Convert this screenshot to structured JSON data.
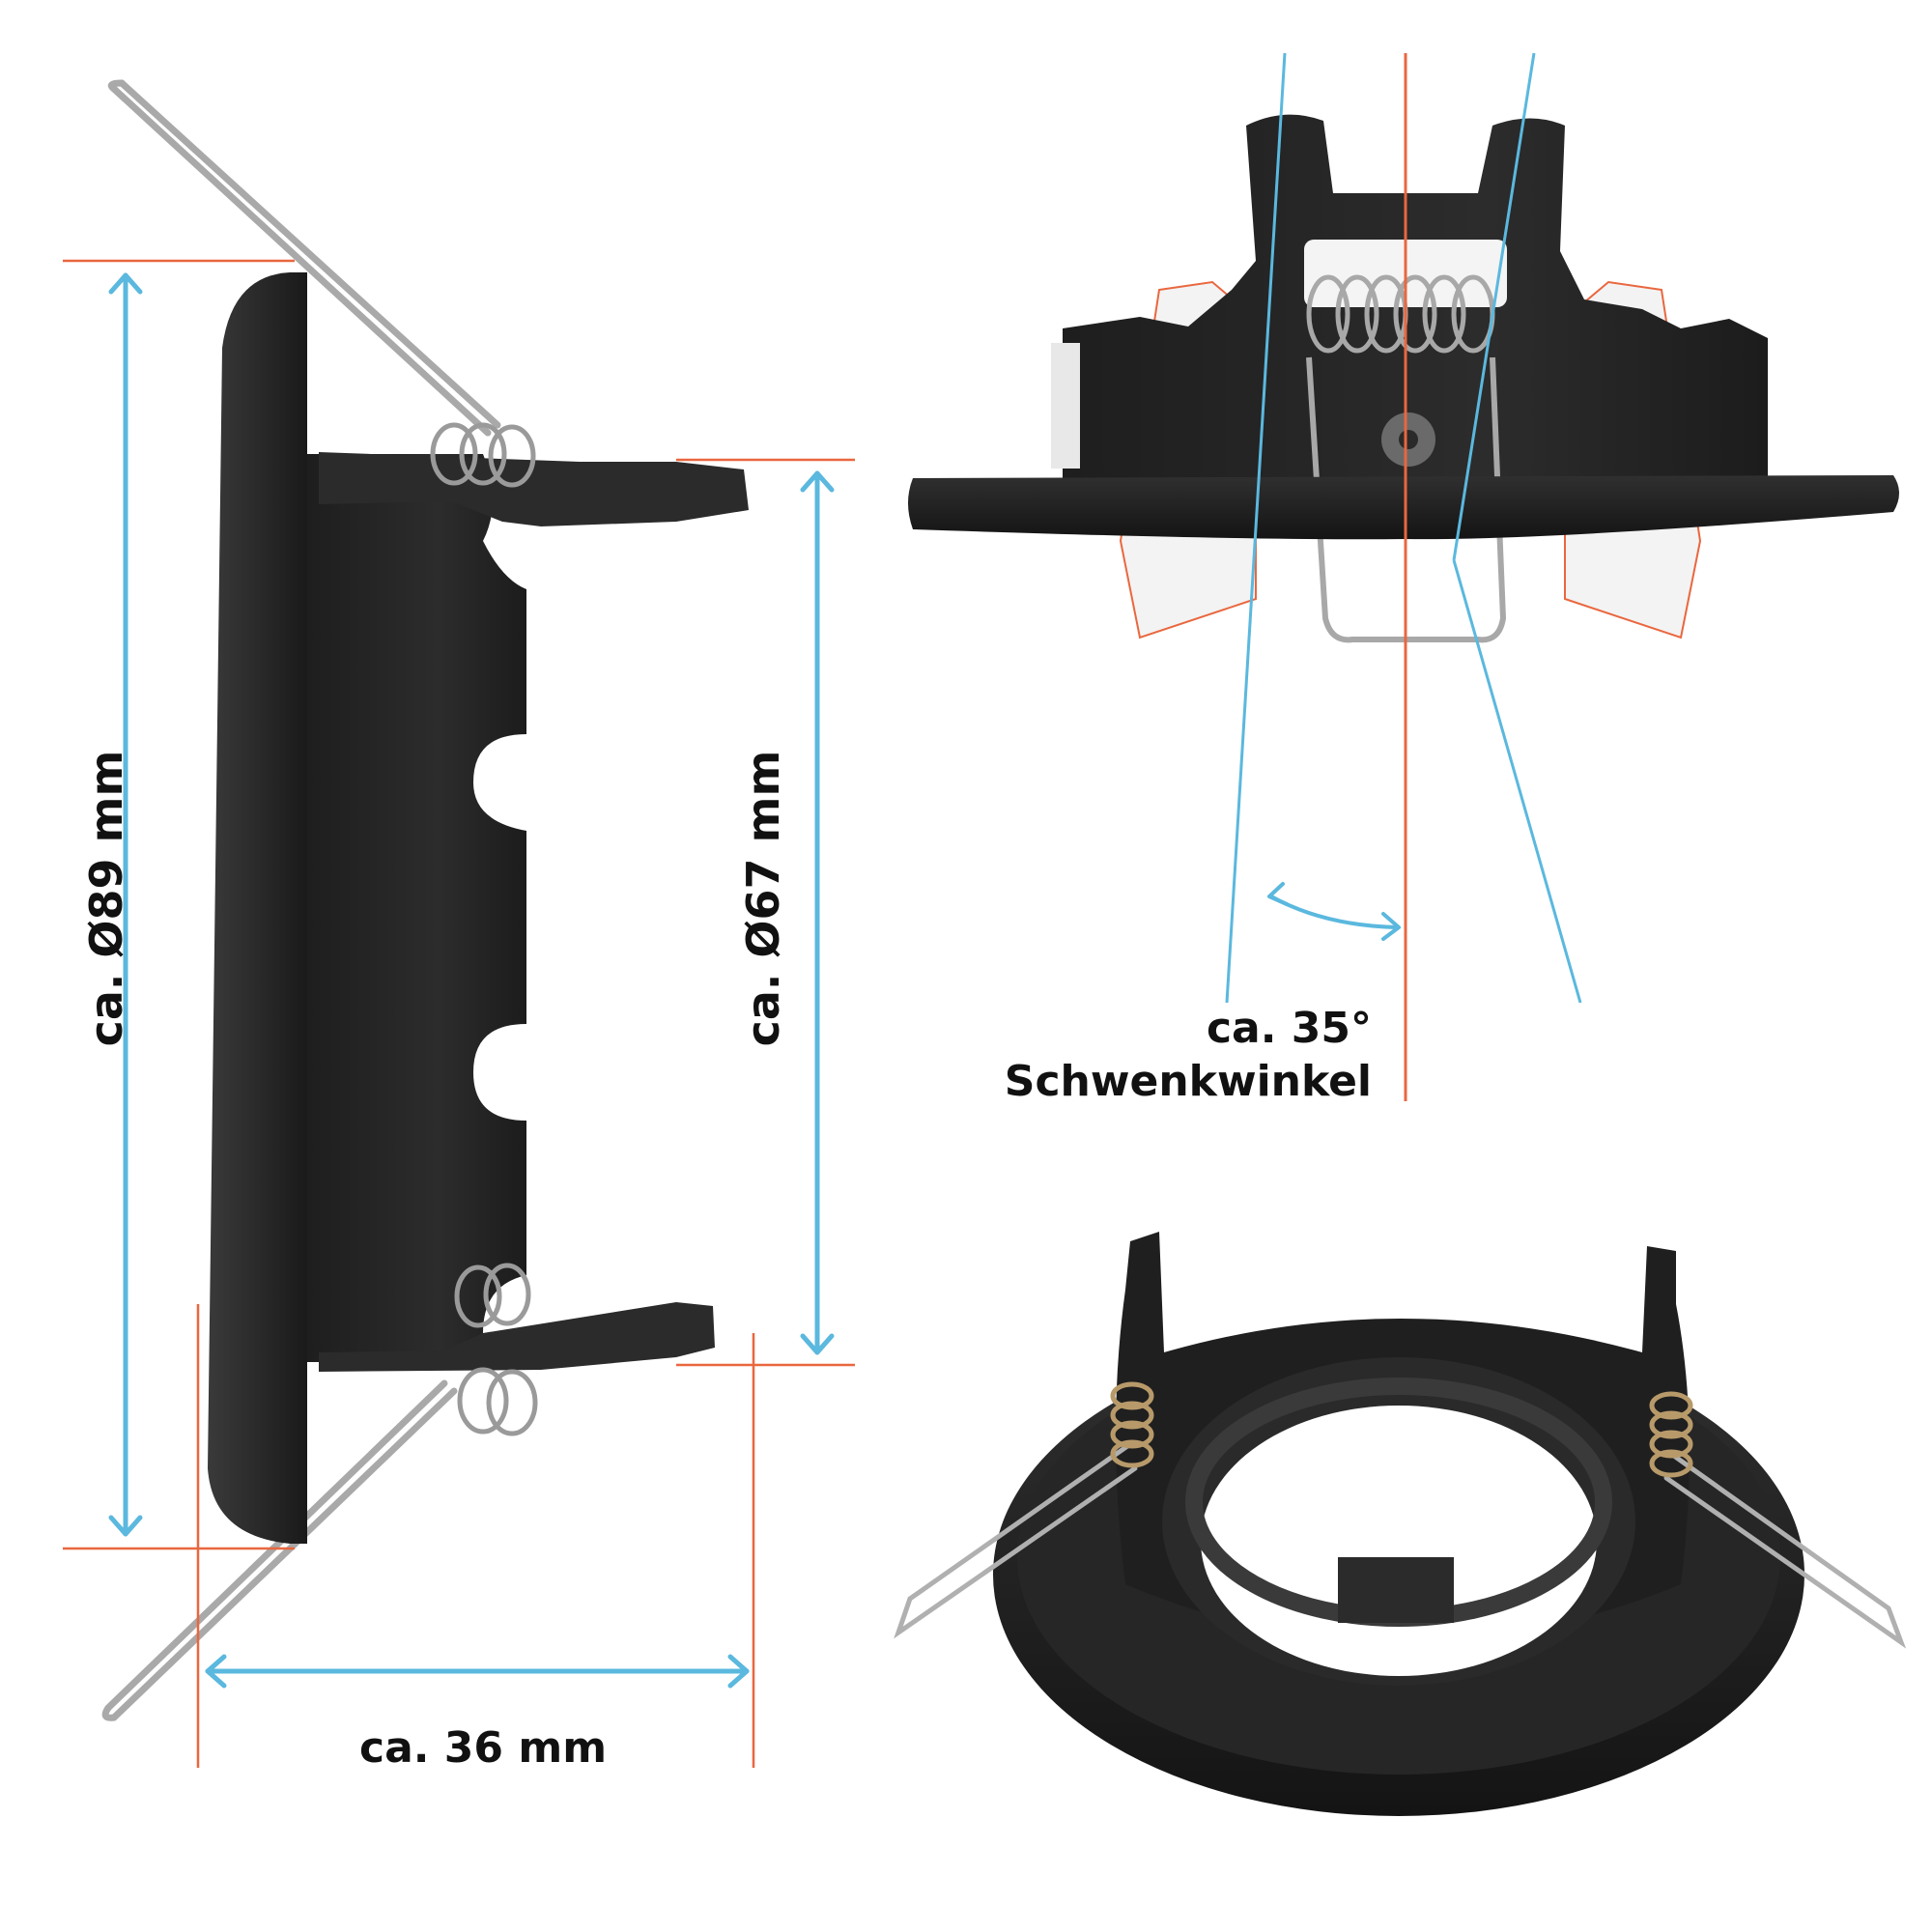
{
  "dimensions": {
    "flange_diameter": "ca. Ø89 mm",
    "cutout_diameter": "ca. Ø67 mm",
    "installation_depth": "ca. 36 mm"
  },
  "swivel": {
    "angle": "ca. 35°",
    "label": "Schwenkwinkel"
  },
  "colors": {
    "dimension_arrow": "#5bb8de",
    "reference_line": "#e9673f",
    "fixture_body": "#232323",
    "fixture_metal": "#b8b8b8"
  },
  "icons": [
    "dimension-arrow-icon",
    "swivel-arc-icon"
  ]
}
